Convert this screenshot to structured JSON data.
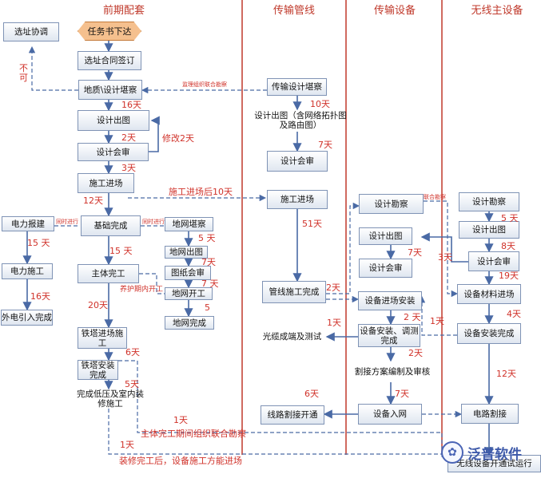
{
  "columns": [
    "前期配套",
    "传输管线",
    "传输设备",
    "无线主设备"
  ],
  "start": "任务书下达",
  "boxes": {
    "b1": "选址协调",
    "b2": "选址合同签订",
    "b3": "地质\\设计堪察",
    "b4": "设计出图",
    "b5": "设计会审",
    "b6": "施工进场",
    "b7": "基础完成",
    "b8": "主体完工",
    "b9": "铁塔进场施工",
    "b10": "铁塔安装完成",
    "b11": "完成低压及室内装修施工",
    "b12": "电力报建",
    "b13": "电力施工",
    "b14": "外电引入完成",
    "b15": "地网堪察",
    "b16": "地网出图",
    "b17": "图纸会审",
    "b18": "地网开工",
    "b19": "地网完成",
    "b20": "传输设计堪察",
    "b21": "设计出图（含网络拓扑图及路由图）",
    "b22": "设计会审",
    "b23": "施工进场",
    "b24": "管线施工完成",
    "b25": "光缆成端及测试",
    "b26": "线路割接开通",
    "b27": "设计勘察",
    "b28": "设计出图",
    "b29": "设计会审",
    "b30": "设备进场安装",
    "b31": "设备安装、调测完成",
    "b32": "割接方案编制及审核",
    "b33": "设备入网",
    "b34": "设计勘察",
    "b35": "设计出图",
    "b36": "设计会审",
    "b37": "设备材料进场",
    "b38": "设备安装完成",
    "b39": "电路割接",
    "b40": "无线设备开通试运行"
  },
  "labels": {
    "l1": "不可",
    "l2": "16天",
    "l3": "2天",
    "l4": "修改2天",
    "l5": "3天",
    "l6": "12天",
    "l7": "施工进场后10天",
    "l8": "15 天",
    "l9": "20天",
    "l10": "6天",
    "l11": "5天",
    "l12": "15 天",
    "l13": "16天",
    "l14": "5 天",
    "l15": "7天",
    "l16": "7 天",
    "l17": "5",
    "l18": "10天",
    "l19": "7天",
    "l20": "51天",
    "l21": "2天",
    "l22": "1天",
    "l23": "6天",
    "l24": "7天",
    "l25": "2 天",
    "l26": "2天",
    "l27": "7天",
    "l28": "1天",
    "l29": "3天",
    "l30": "5 天",
    "l31": "8天",
    "l32": "19天",
    "l33": "4天",
    "l34": "12天",
    "l35": "1天",
    "l36": "主体完工期间组织联合勘察",
    "l37": "1天",
    "l38": "装修完工后，设备施工方能进场",
    "l39": "养护期内开工",
    "l40": "监理组织联合勘察",
    "l41": "同时进行",
    "l42": "同时进行",
    "l43": "联合勘察"
  },
  "logo": {
    "text": "泛普软件",
    "icon": "fanpu-logo-icon"
  },
  "colors": {
    "title": "#c0392b",
    "divider": "#c0392b",
    "arrow": "#4a6aa5",
    "label": "#d0322a"
  }
}
